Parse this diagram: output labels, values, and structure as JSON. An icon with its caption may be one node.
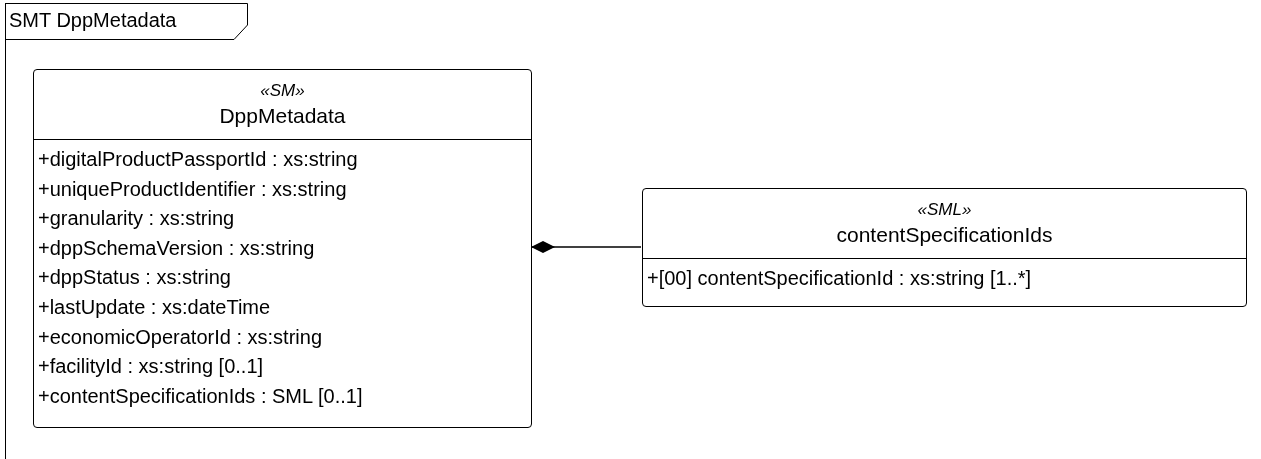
{
  "diagram": {
    "nodes": [
      {
        "text": [
          "SMT DppMetadata"
        ]
      },
      {
        "text": [
          "«SM»",
          "DppMetadata",
          "+digitalProductPassportId : xs:string",
          "+uniqueProductIdentifier : xs:string",
          "+granularity : xs:string",
          "+dppSchemaVersion : xs:string",
          "+dppStatus : xs:string",
          "+lastUpdate : xs:dateTime",
          "+economicOperatorId : xs:string",
          "+facilityId : xs:string [0..1]",
          "+contentSpecificationIds : SML [0..1]"
        ],
        "in": 0
      },
      {
        "text": [
          "«SML»",
          "contentSpecificationIds",
          "+[00] contentSpecificationId : xs:string [1..*]"
        ],
        "in": 0
      }
    ],
    "edges": [
      {
        "from": 1,
        "to": 2,
        "arrow": "other"
      }
    ]
  }
}
